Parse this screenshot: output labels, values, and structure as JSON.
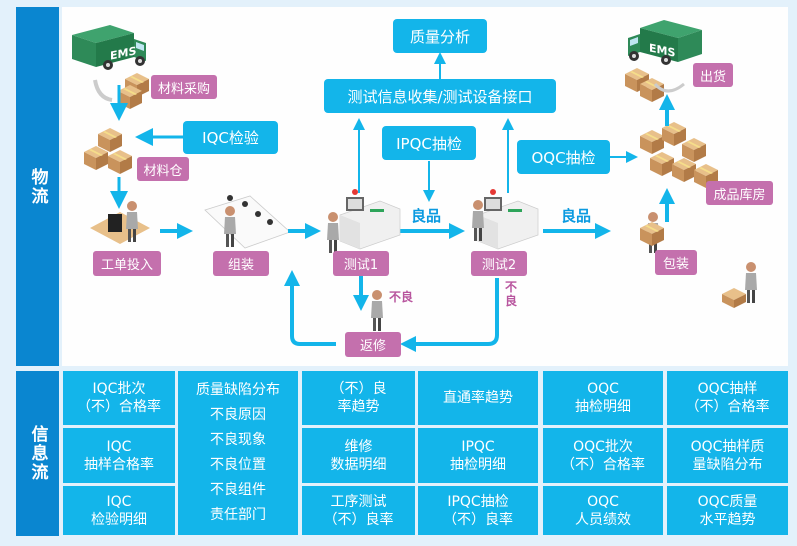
{
  "sections": {
    "logistics_label": "物流",
    "info_label": "信息流"
  },
  "logistics": {
    "material_purchase": "材料采购",
    "iqc_inspection": "IQC检验",
    "material_warehouse": "材料仓",
    "work_order_input": "工单投入",
    "assembly": "组装",
    "test1": "测试1",
    "test2": "测试2",
    "repair": "返修",
    "packaging": "包装",
    "finished_warehouse": "成品库房",
    "shipping": "出货",
    "quality_analysis": "质量分析",
    "test_info_collection": "测试信息收集/测试设备接口",
    "ipqc_sampling": "IPQC抽检",
    "oqc_sampling": "OQC抽检",
    "good_product_1": "良品",
    "good_product_2": "良品",
    "defect_1": "不良",
    "defect_2": "不良",
    "truck_label_1": "EMS",
    "truck_label_2": "EMS"
  },
  "info_flow": {
    "col1": [
      [
        "IQC批次",
        "（不）合格率"
      ],
      [
        "IQC",
        "抽样合格率"
      ],
      [
        "IQC",
        "检验明细"
      ]
    ],
    "col2": [
      "质量缺陷分布",
      "不良原因",
      "不良现象",
      "不良位置",
      "不良组件",
      "责任部门"
    ],
    "col3": [
      [
        "（不）良",
        "率趋势"
      ],
      [
        "维修",
        "数据明细"
      ],
      [
        "工序测试",
        "（不）良率"
      ]
    ],
    "col4": [
      [
        "直通率趋势"
      ],
      [
        "IPQC",
        "抽检明细"
      ],
      [
        "IPQC抽检",
        "（不）良率"
      ]
    ],
    "col5": [
      [
        "OQC",
        "抽检明细"
      ],
      [
        "OQC批次",
        "（不）合格率"
      ],
      [
        "OQC",
        "人员绩效"
      ]
    ],
    "col6": [
      [
        "OQC抽样",
        "（不）合格率"
      ],
      [
        "OQC抽样质",
        "量缺陷分布"
      ],
      [
        "OQC质量",
        "水平趋势"
      ]
    ]
  },
  "colors": {
    "accent_blue": "#13b5ea",
    "side_blue": "#0a86d0",
    "tag_pink": "#c470ad",
    "background": "#e3f1fb"
  }
}
